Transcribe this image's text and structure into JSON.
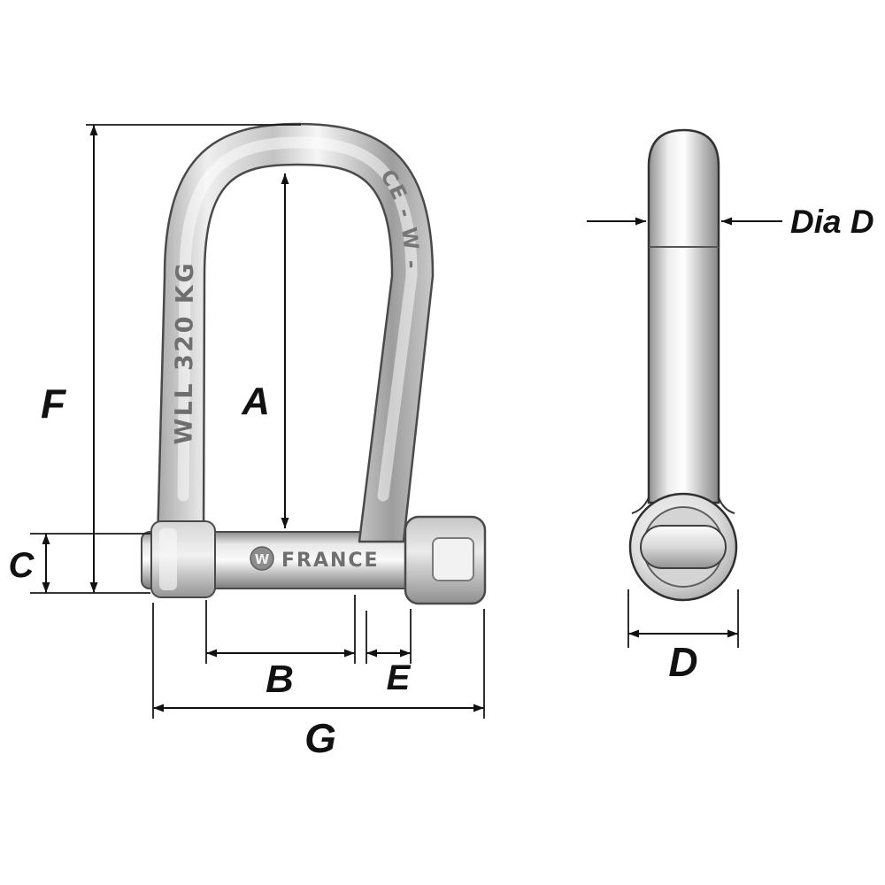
{
  "figure": {
    "type": "technical-dimension-diagram",
    "subject": "Long D shackle with pin, front view and side view with dimension callouts",
    "background": "#ffffff",
    "front_view": {
      "dim_labels": {
        "F": "F",
        "A": "A",
        "C": "C",
        "B": "B",
        "E": "E",
        "G": "G"
      },
      "engravings": {
        "wll": "WLL 320 KG",
        "ce_mark": "CE - W -",
        "origin": "FRANCE",
        "logo_glyph": "W"
      }
    },
    "side_view": {
      "dim_labels": {
        "dia": "Dia D",
        "D": "D"
      }
    },
    "colors": {
      "dimension_line": "#111111",
      "metal_outline": "#4a4a4a",
      "metal_light": "#f6f6f6",
      "metal_mid": "#c3c3c3",
      "metal_dark": "#8d8d8d",
      "engraving": "#6f6f6f",
      "background": "#ffffff"
    }
  }
}
